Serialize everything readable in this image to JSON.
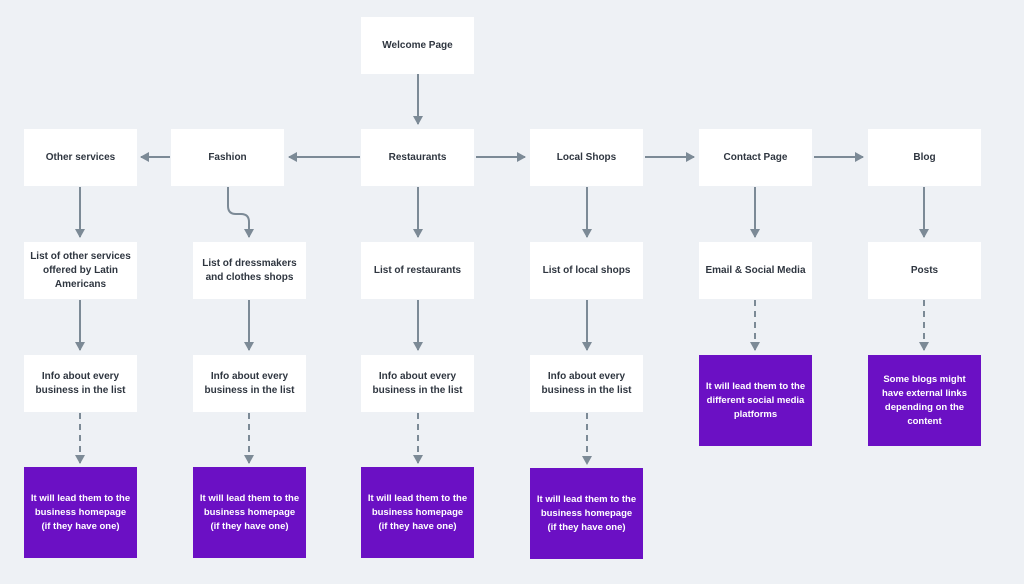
{
  "colors": {
    "background": "#eef1f5",
    "node": "#ffffff",
    "action_node": "#6b10c4",
    "connector": "#7c8a96"
  },
  "nodes": {
    "welcome": "Welcome Page",
    "other_services": "Other services",
    "fashion": "Fashion",
    "restaurants": "Restaurants",
    "local_shops": "Local Shops",
    "contact": "Contact Page",
    "blog": "Blog",
    "list_other": "List of other services offered by Latin Americans",
    "list_dress": "List of dressmakers and clothes shops",
    "list_rest": "List of restaurants",
    "list_local": "List of local shops",
    "email_social": "Email & Social Media",
    "posts": "Posts",
    "info_other": "Info about every business in the list",
    "info_fashion": "Info about every business in the list",
    "info_rest": "Info about every business in the list",
    "info_local": "Info about every business in the list",
    "social_platforms": "It will lead them to the different social media platforms",
    "blog_links": "Some blogs might have external links depending on the content",
    "lead_other": "It will lead them to the business homepage (if they have one)",
    "lead_fashion": "It will lead them to the business homepage (if they have one)",
    "lead_rest": "It will lead them to the business homepage (if they have one)",
    "lead_local": "It will lead them to the business homepage (if they have one)"
  }
}
